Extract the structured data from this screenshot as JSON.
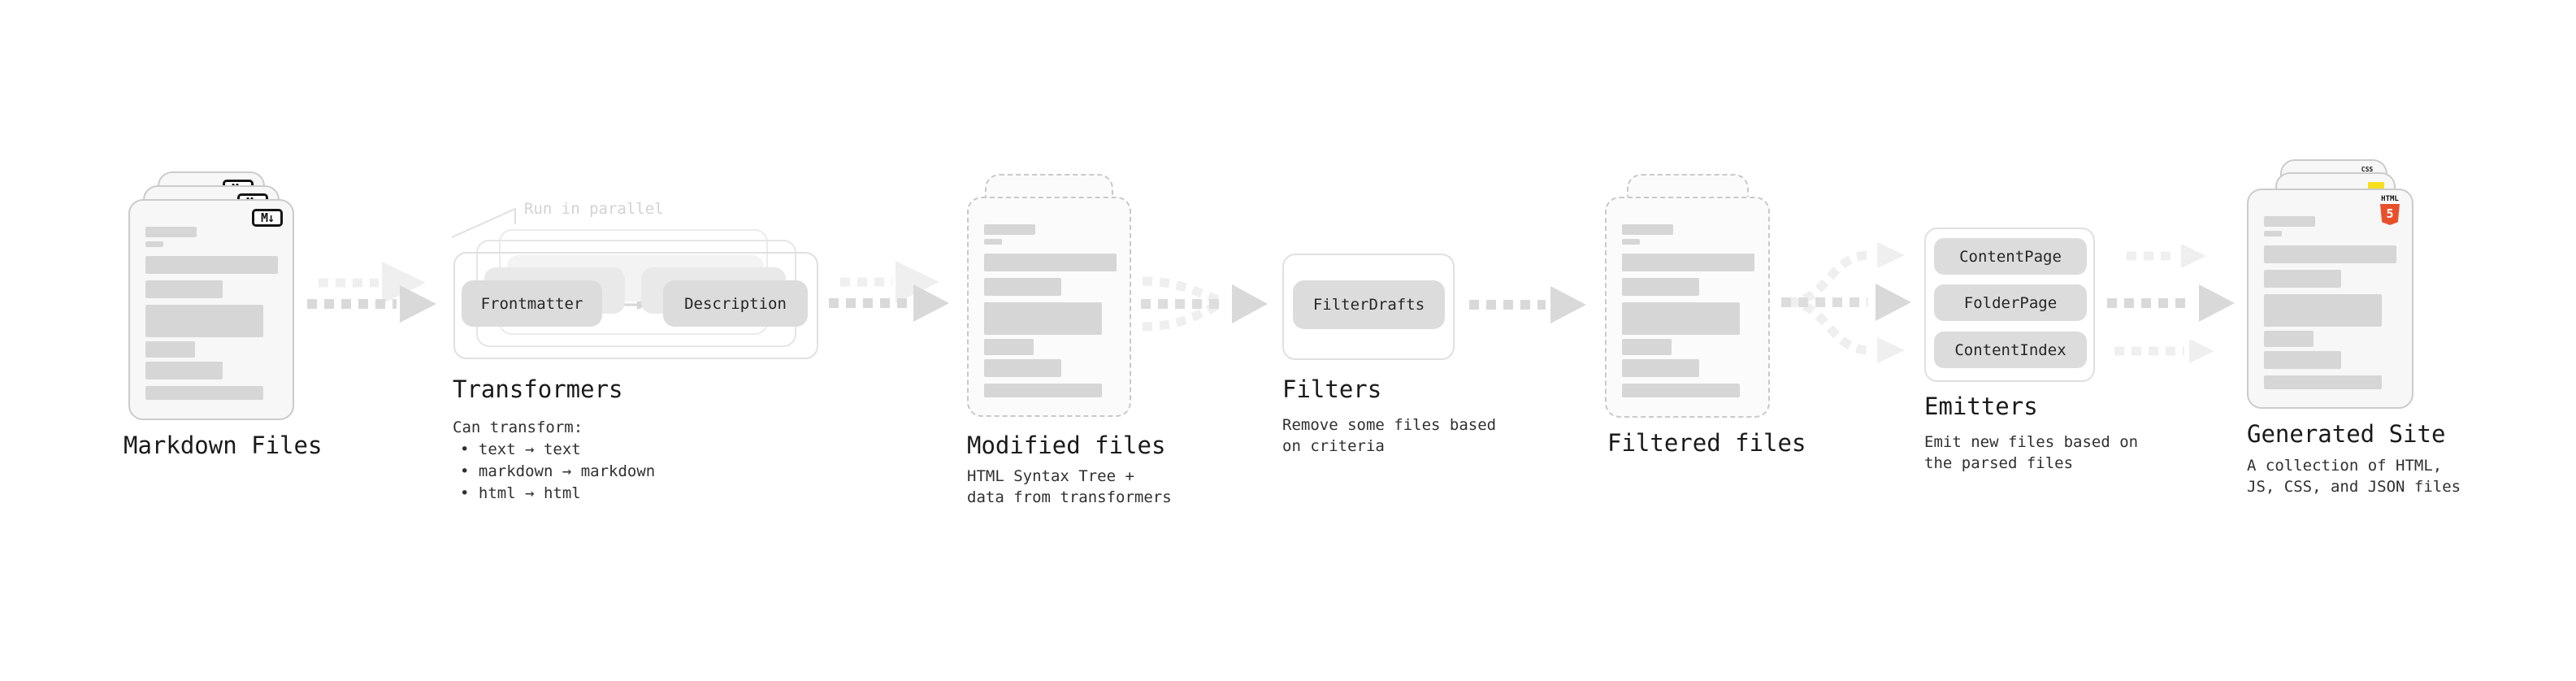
{
  "diagram": {
    "markdown_files": {
      "heading": "Markdown Files",
      "file_icon": "M↓"
    },
    "transformers": {
      "heading": "Transformers",
      "annotation": "Run in parallel",
      "pills": [
        "Frontmatter",
        "Description"
      ],
      "note_title": "Can transform:",
      "bullets": [
        "• text → text",
        "• markdown → markdown",
        "• html → html"
      ]
    },
    "modified_files": {
      "heading": "Modified files",
      "note": "HTML Syntax Tree +\ndata from transformers"
    },
    "filters": {
      "heading": "Filters",
      "pill": "FilterDrafts",
      "note": "Remove some files based\non criteria"
    },
    "filtered_files": {
      "heading": "Filtered files"
    },
    "emitters": {
      "heading": "Emitters",
      "pills": [
        "ContentPage",
        "FolderPage",
        "ContentIndex"
      ],
      "note": "Emit new files based on\nthe parsed files"
    },
    "generated_site": {
      "heading": "Generated Site",
      "note": "A collection of HTML,\nJS, CSS, and JSON files",
      "file_icons": {
        "css_label": "CSS",
        "html_label": "HTML",
        "html_number": "5"
      }
    },
    "colors": {
      "html5_orange": "#e8502c",
      "js_yellow": "#f7df1e",
      "css_blue": "#2965f1",
      "pill_gray": "#dcdcdc",
      "arrow_gray": "#d9d9d9",
      "arrow_light_gray": "#efefef",
      "annotation_gray": "#d2d2d2"
    }
  }
}
